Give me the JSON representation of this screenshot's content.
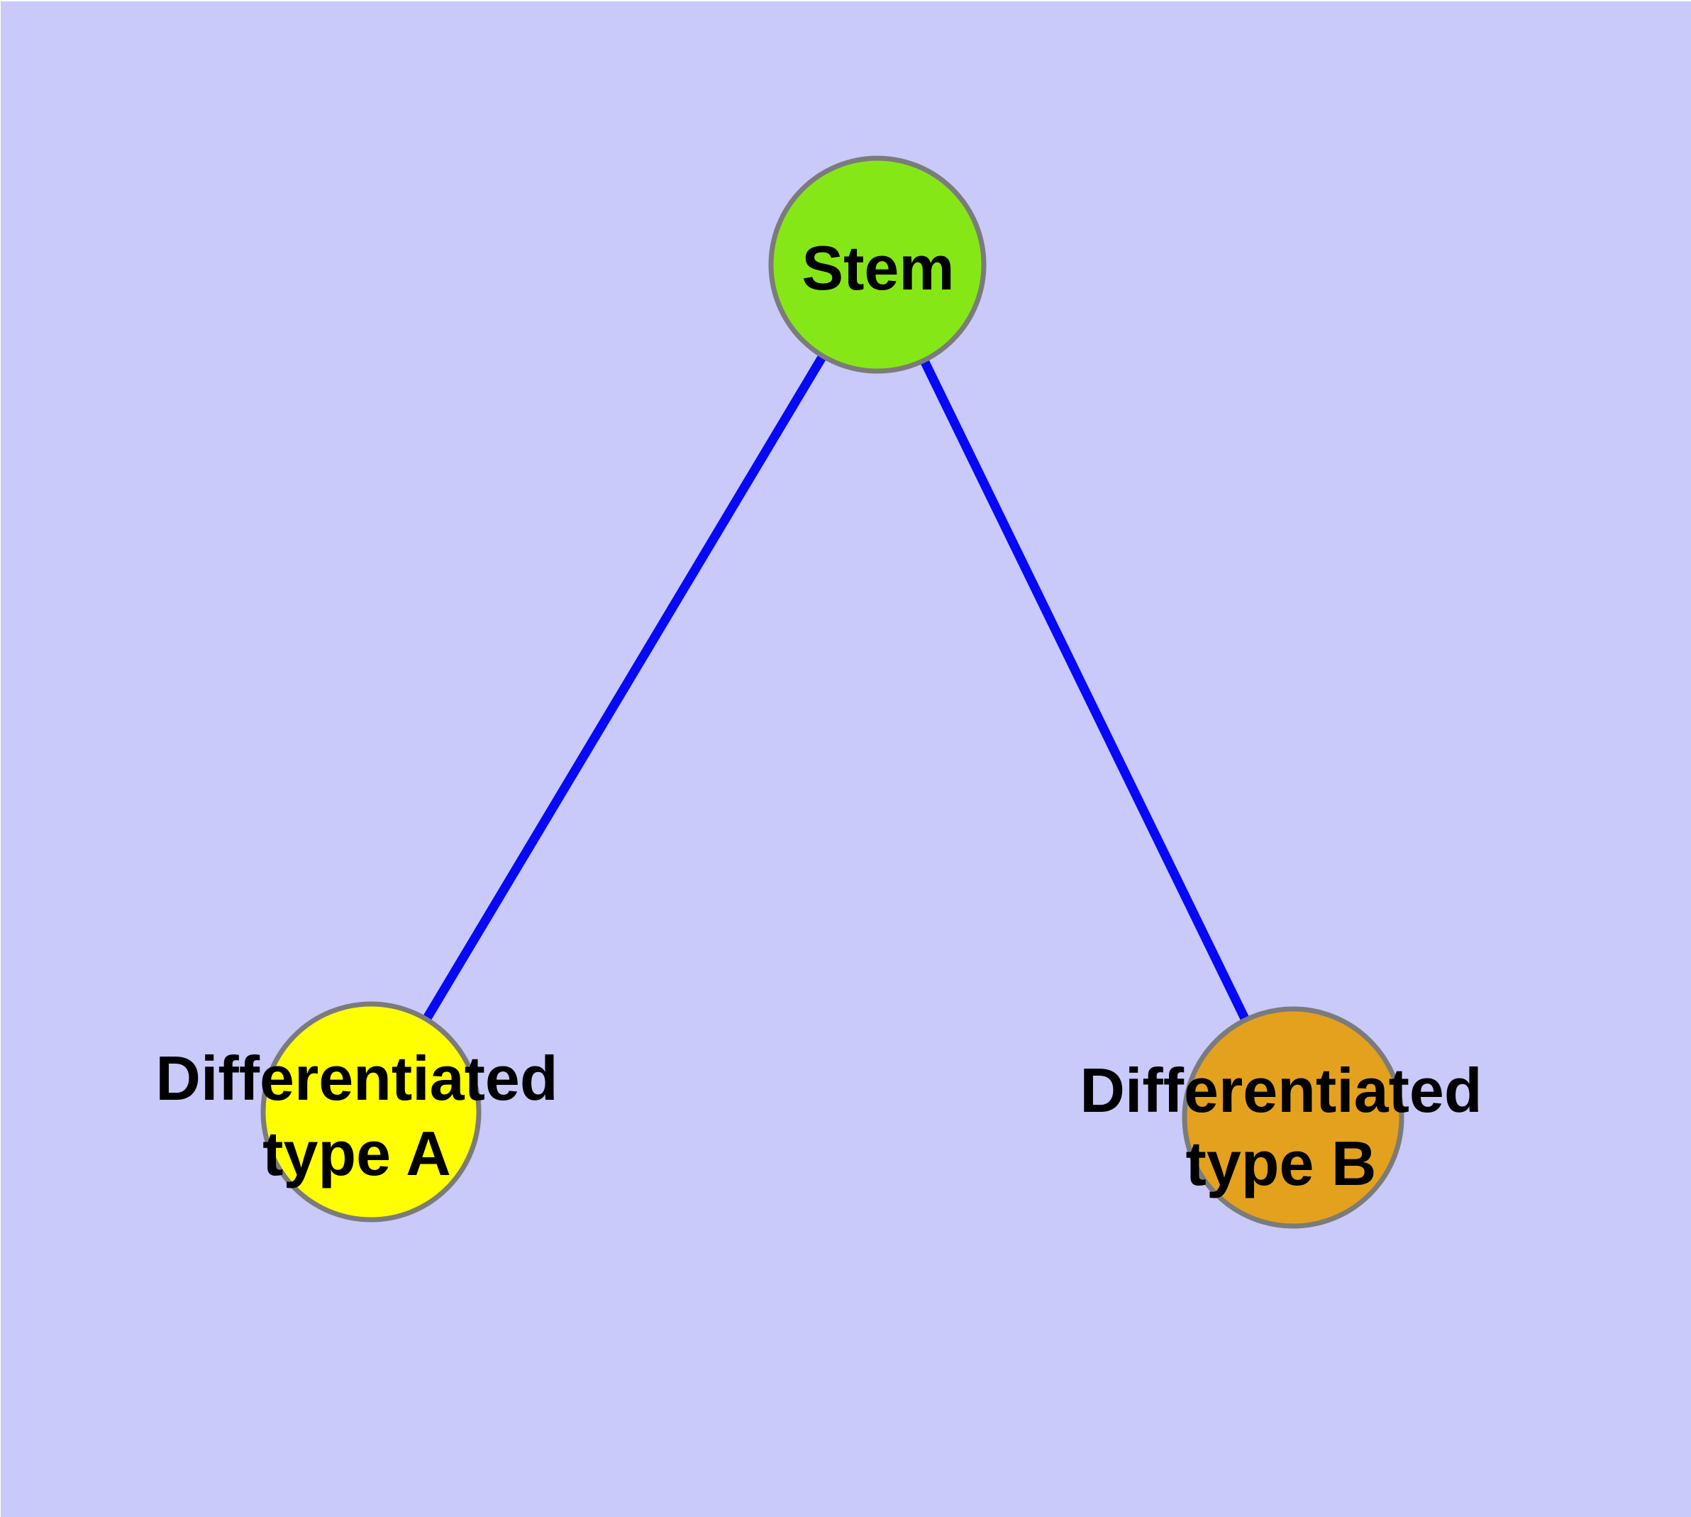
{
  "page": {
    "margin_color": "#FFFFFF"
  },
  "diagram": {
    "background_color": "#C9C9FA",
    "edge_color": "#0808F8",
    "node_border_color": "#7B7B7B",
    "label_color": "#000000",
    "nodes": {
      "stem": {
        "label": "Stem",
        "fill_color": "#86E716"
      },
      "differentiated_a": {
        "label_line1": "Differentiated",
        "label_line2": "type A",
        "fill_color": "#FFFF00"
      },
      "differentiated_b": {
        "label_line1": "Differentiated",
        "label_line2": "type B",
        "fill_color": "#E3A11E"
      }
    },
    "edges": [
      {
        "from": "stem",
        "to": "differentiated_a"
      },
      {
        "from": "stem",
        "to": "differentiated_b"
      }
    ]
  }
}
